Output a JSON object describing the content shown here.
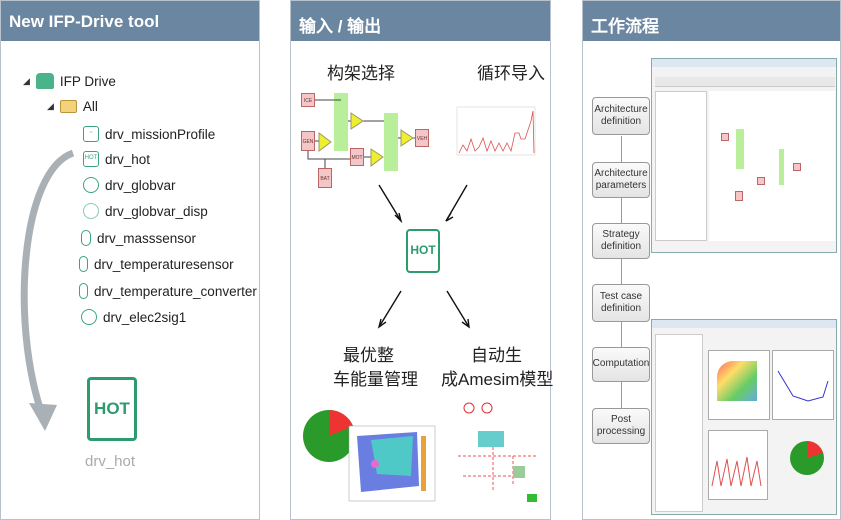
{
  "panels": {
    "left": {
      "title": "New IFP-Drive tool",
      "tree": {
        "root": "IFP Drive",
        "folder": "All",
        "items": [
          "drv_missionProfile",
          "drv_hot",
          "drv_globvar",
          "drv_globvar_disp",
          "drv_masssensor",
          "drv_temperaturesensor",
          "drv_temperature_converter",
          "drv_elec2sig1"
        ]
      },
      "big_icon_text": "HOT",
      "big_icon_label": "drv_hot"
    },
    "middle": {
      "title": "输入 / 输出",
      "arch_label": "构架选择",
      "cycle_label": "循环导入",
      "hot_text": "HOT",
      "opt_label_1": "最优整",
      "opt_label_2": "车能量管理",
      "gen_label_1": "自动生",
      "gen_label_2": "成Amesim模型",
      "blocks": [
        "ICE",
        "GEN",
        "BAT",
        "MOT",
        "VEH"
      ]
    },
    "right": {
      "title": "工作流程",
      "steps": [
        [
          "Architecture",
          "definition"
        ],
        [
          "Architecture",
          "parameters"
        ],
        [
          "Strategy",
          "definition"
        ],
        [
          "Test case",
          "definition"
        ],
        [
          "Computation"
        ],
        [
          "Post",
          "processing"
        ]
      ]
    }
  },
  "colors": {
    "header": "#6a86a0",
    "accent": "#2e9b6e",
    "curve": "#e05050"
  }
}
